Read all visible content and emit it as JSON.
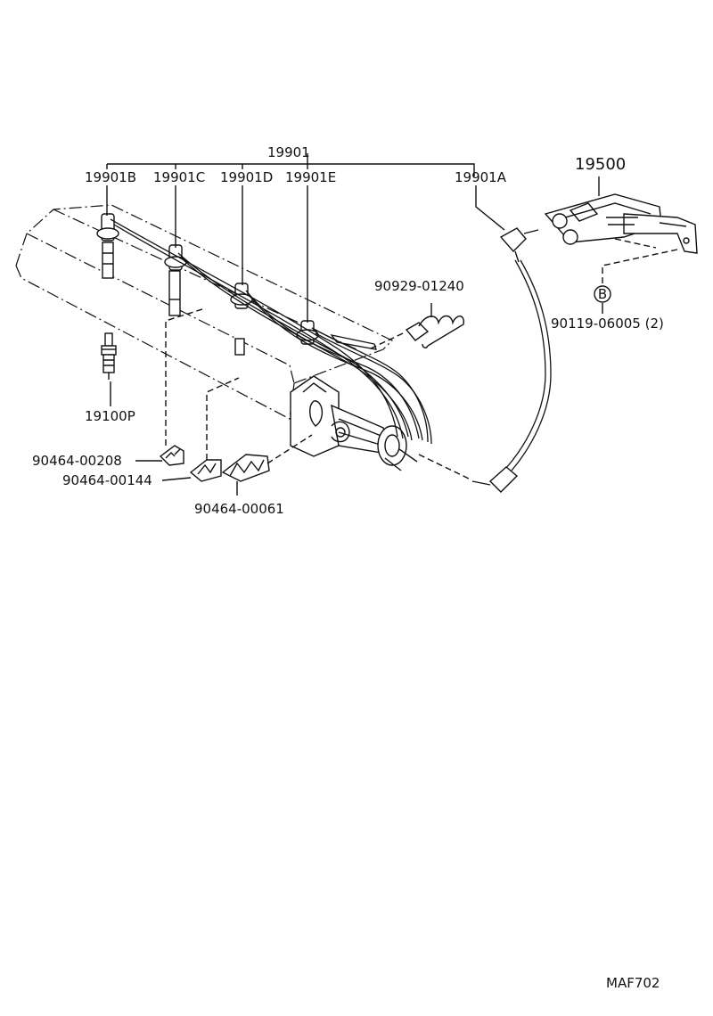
{
  "parts": {
    "harness": "19901",
    "wire_a": "19901A",
    "wire_b": "19901B",
    "wire_c": "19901C",
    "wire_d": "19901D",
    "wire_e": "19901E",
    "coil": "19500",
    "clamp_top": "90929-01240",
    "bolt_badge": "B",
    "bolt": "90119-06005 (2)",
    "spark_plug": "19100P",
    "clip_1": "90464-00208",
    "clip_2": "90464-00144",
    "clip_3": "90464-00061"
  },
  "footer": {
    "code": "MAF702"
  }
}
